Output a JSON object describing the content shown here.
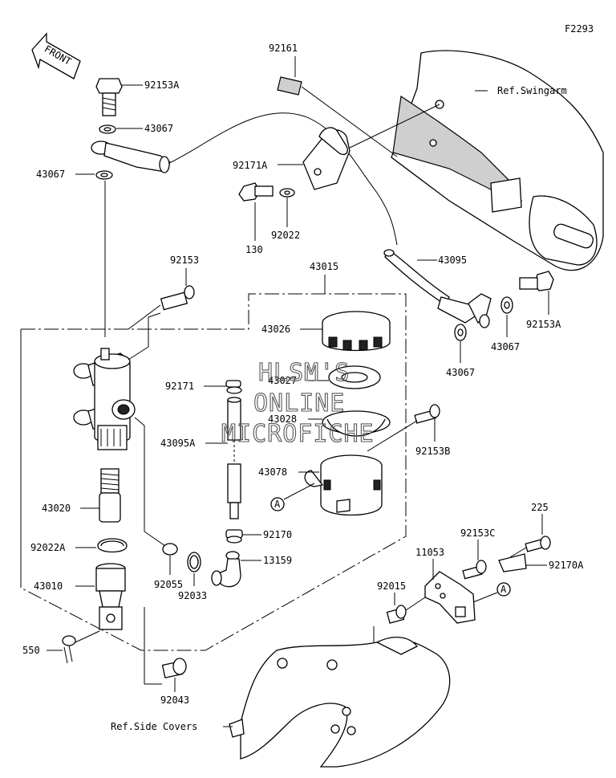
{
  "figure_code": "F2293",
  "front_label": "FRONT",
  "watermark": [
    "HLSM'S",
    "ONLINE",
    "MICROFICHE"
  ],
  "callout_ref_marker": "A",
  "references": {
    "swingarm": "Ref.Swingarm",
    "side_covers": "Ref.Side Covers"
  },
  "parts": {
    "p92161": "92161",
    "p92153A_top": "92153A",
    "p43067_a": "43067",
    "p43067_b": "43067",
    "p92171A": "92171A",
    "p130": "130",
    "p92022": "92022",
    "p92153": "92153",
    "p43015": "43015",
    "p43095": "43095",
    "p92153A_right": "92153A",
    "p43067_c": "43067",
    "p43067_d": "43067",
    "p43026": "43026",
    "p92171": "92171",
    "p43027": "43027",
    "p43028": "43028",
    "p43095A": "43095A",
    "p92153B": "92153B",
    "p43078": "43078",
    "p43020": "43020",
    "p92022A": "92022A",
    "p92170": "92170",
    "p13159": "13159",
    "p43010": "43010",
    "p92055": "92055",
    "p92033": "92033",
    "p225": "225",
    "p92153C": "92153C",
    "p11053": "11053",
    "p92170A": "92170A",
    "p92015": "92015",
    "p550": "550",
    "p92043": "92043"
  }
}
